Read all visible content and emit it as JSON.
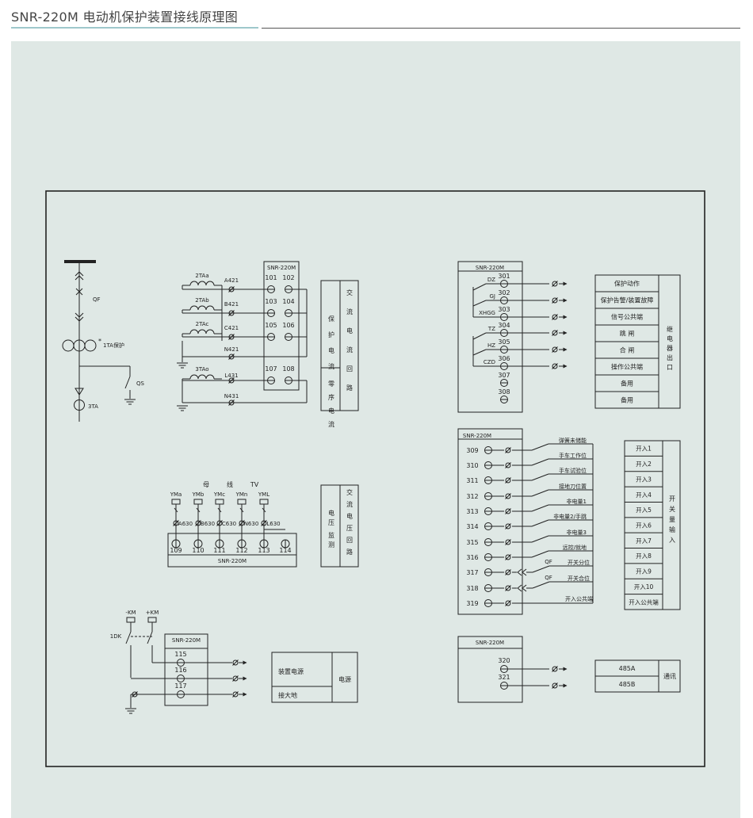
{
  "page_title": "SNR-220M 电动机保护装置接线原理图",
  "device_label": "SNR-220M",
  "breaker": {
    "qf": "QF",
    "ct": "1TA保护",
    "qs": "QS",
    "zero_ct": "3TA"
  },
  "current_circuit": {
    "cts": [
      "2TAa",
      "2TAb",
      "2TAc",
      "3TAo"
    ],
    "wires": [
      "A421",
      "B421",
      "C421",
      "N421",
      "L431",
      "N431"
    ],
    "terminals_left": [
      "101",
      "103",
      "105",
      "107"
    ],
    "terminals_right": [
      "102",
      "104",
      "106",
      "108"
    ],
    "protect_label": "保护电流",
    "zero_label": "零序电流",
    "ac_label": "交流电流回路"
  },
  "voltage_circuit": {
    "heading": [
      "母",
      "线",
      "TV"
    ],
    "phases": [
      "YMa",
      "YMb",
      "YMc",
      "YMn",
      "YML"
    ],
    "wires": [
      "A630",
      "B630",
      "C630",
      "N630",
      "L630"
    ],
    "terminals": [
      "109",
      "110",
      "111",
      "112",
      "113",
      "114"
    ],
    "monitor_label": "电压监测",
    "ac_label": "交流电压回路"
  },
  "power_circuit": {
    "buses": [
      "-KM",
      "+KM"
    ],
    "switch": "1DK",
    "terminals": [
      "115",
      "116",
      "117"
    ],
    "supply_label": "装置电源",
    "ground_label": "接大地",
    "group_label": "电源"
  },
  "relay_output": {
    "contacts": [
      "DZ",
      "GJ",
      "XHGG",
      "TZ",
      "HZ",
      "CZD"
    ],
    "terminals": [
      "301",
      "302",
      "303",
      "304",
      "305",
      "306",
      "307",
      "308"
    ],
    "labels": [
      "保护动作",
      "保护告警/装置故障",
      "信号公共端",
      "跳 闸",
      "合 闸",
      "操作公共端",
      "备用",
      "备用"
    ],
    "group_label": "继电器出口"
  },
  "switch_input": {
    "terminals": [
      "309",
      "310",
      "311",
      "312",
      "313",
      "314",
      "315",
      "316",
      "317",
      "318",
      "319"
    ],
    "signals": [
      "弹簧未储能",
      "手车工作位",
      "手车试验位",
      "接地刀位置",
      "非电量1",
      "非电量2/手跳",
      "非电量3",
      "远控/就地",
      "开关分位",
      "开关合位",
      "开入公共端"
    ],
    "qf_marks": [
      "QF",
      "QF"
    ],
    "labels": [
      "开入1",
      "开入2",
      "开入3",
      "开入4",
      "开入5",
      "开入6",
      "开入7",
      "开入8",
      "开入9",
      "开入10",
      "开入公共端"
    ],
    "group_label": "开关量输入"
  },
  "comm": {
    "terminals": [
      "320",
      "321"
    ],
    "labels": [
      "485A",
      "485B"
    ],
    "group_label": "通讯"
  }
}
